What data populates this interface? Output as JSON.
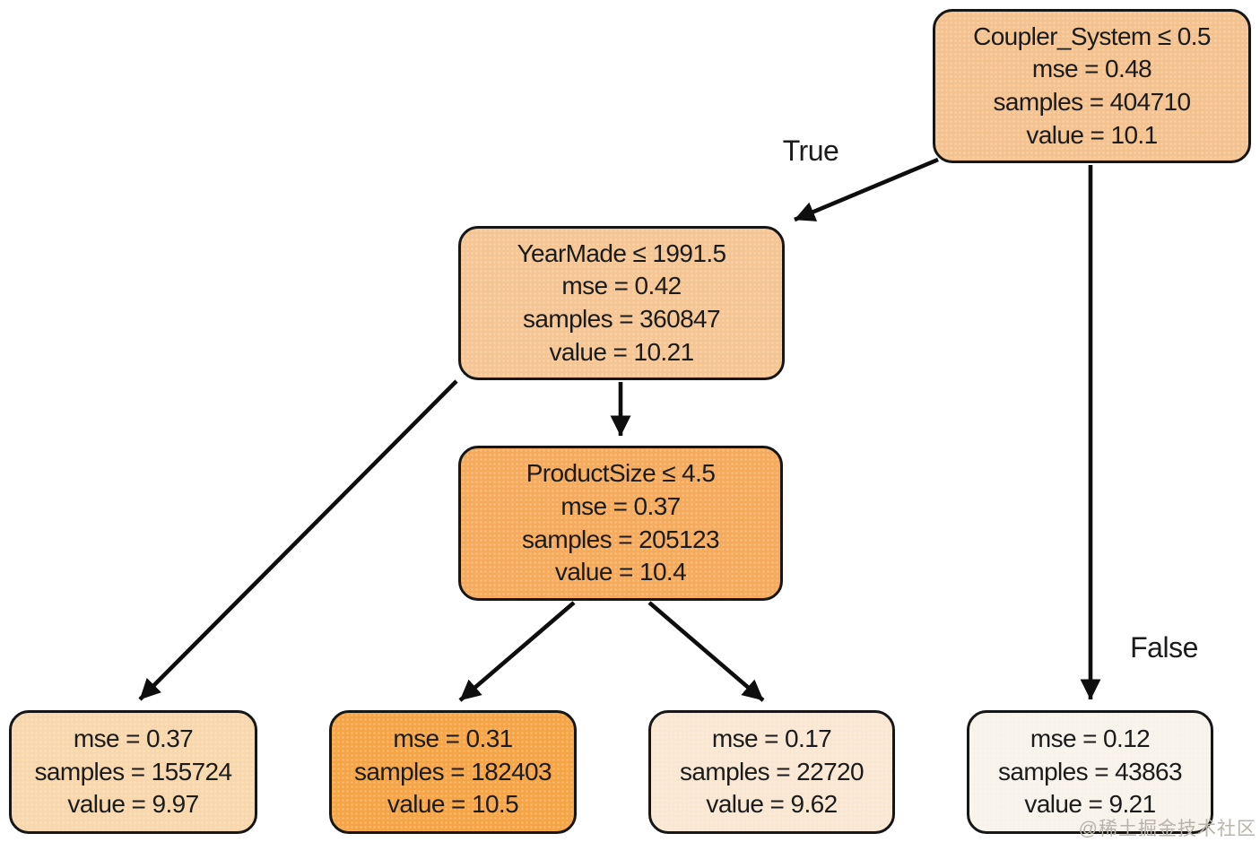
{
  "diagram": {
    "kind": "decision-tree",
    "edge_color": "#0e0e0e",
    "nodes": {
      "root": {
        "condition": "Coupler_System ≤ 0.5",
        "mse": "mse = 0.48",
        "samples": "samples = 404710",
        "value": "value = 10.1",
        "fill": "#f4c28e"
      },
      "yearmade": {
        "condition": "YearMade ≤ 1991.5",
        "mse": "mse = 0.42",
        "samples": "samples = 360847",
        "value": "value = 10.21",
        "fill": "#f5c693"
      },
      "productsize": {
        "condition": "ProductSize ≤ 4.5",
        "mse": "mse = 0.37",
        "samples": "samples = 205123",
        "value": "value = 10.4",
        "fill": "#f5ab5b"
      },
      "leaf1": {
        "mse": "mse = 0.37",
        "samples": "samples = 155724",
        "value": "value = 9.97",
        "fill": "#f8d7ac"
      },
      "leaf2": {
        "mse": "mse = 0.31",
        "samples": "samples = 182403",
        "value": "value = 10.5",
        "fill": "#f6a546"
      },
      "leaf3": {
        "mse": "mse = 0.17",
        "samples": "samples = 22720",
        "value": "value = 9.62",
        "fill": "#f9e7d2"
      },
      "leaf4": {
        "mse": "mse = 0.12",
        "samples": "samples = 43863",
        "value": "value = 9.21",
        "fill": "#f8f3ea"
      }
    },
    "edge_labels": {
      "true": "True",
      "false": "False"
    },
    "edges": [
      {
        "from": "root",
        "to": "yearmade",
        "label": "True"
      },
      {
        "from": "root",
        "to": "leaf4",
        "label": "False"
      },
      {
        "from": "yearmade",
        "to": "productsize",
        "label": ""
      },
      {
        "from": "yearmade",
        "to": "leaf1",
        "label": ""
      },
      {
        "from": "productsize",
        "to": "leaf2",
        "label": ""
      },
      {
        "from": "productsize",
        "to": "leaf3",
        "label": ""
      }
    ],
    "watermark": "@稀土掘金技术社区"
  }
}
